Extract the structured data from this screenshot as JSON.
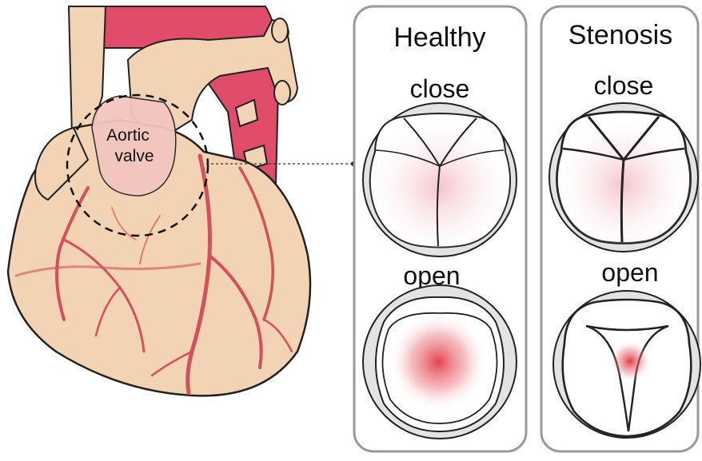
{
  "heart": {
    "label_line1": "Aortic",
    "label_line2": "valve"
  },
  "panels": {
    "healthy": {
      "title": "Healthy",
      "close_label": "close",
      "open_label": "open"
    },
    "stenosis": {
      "title": "Stenosis",
      "close_label": "close",
      "open_label": "open"
    }
  },
  "colors": {
    "heart_fill": "#f2d3b3",
    "aorta_red": "#e04b6a",
    "vessel_red": "#d4505a",
    "panel_border": "#9a9a9a",
    "valve_ring": "#e3e3e3",
    "flow_red": "#e0303a"
  }
}
